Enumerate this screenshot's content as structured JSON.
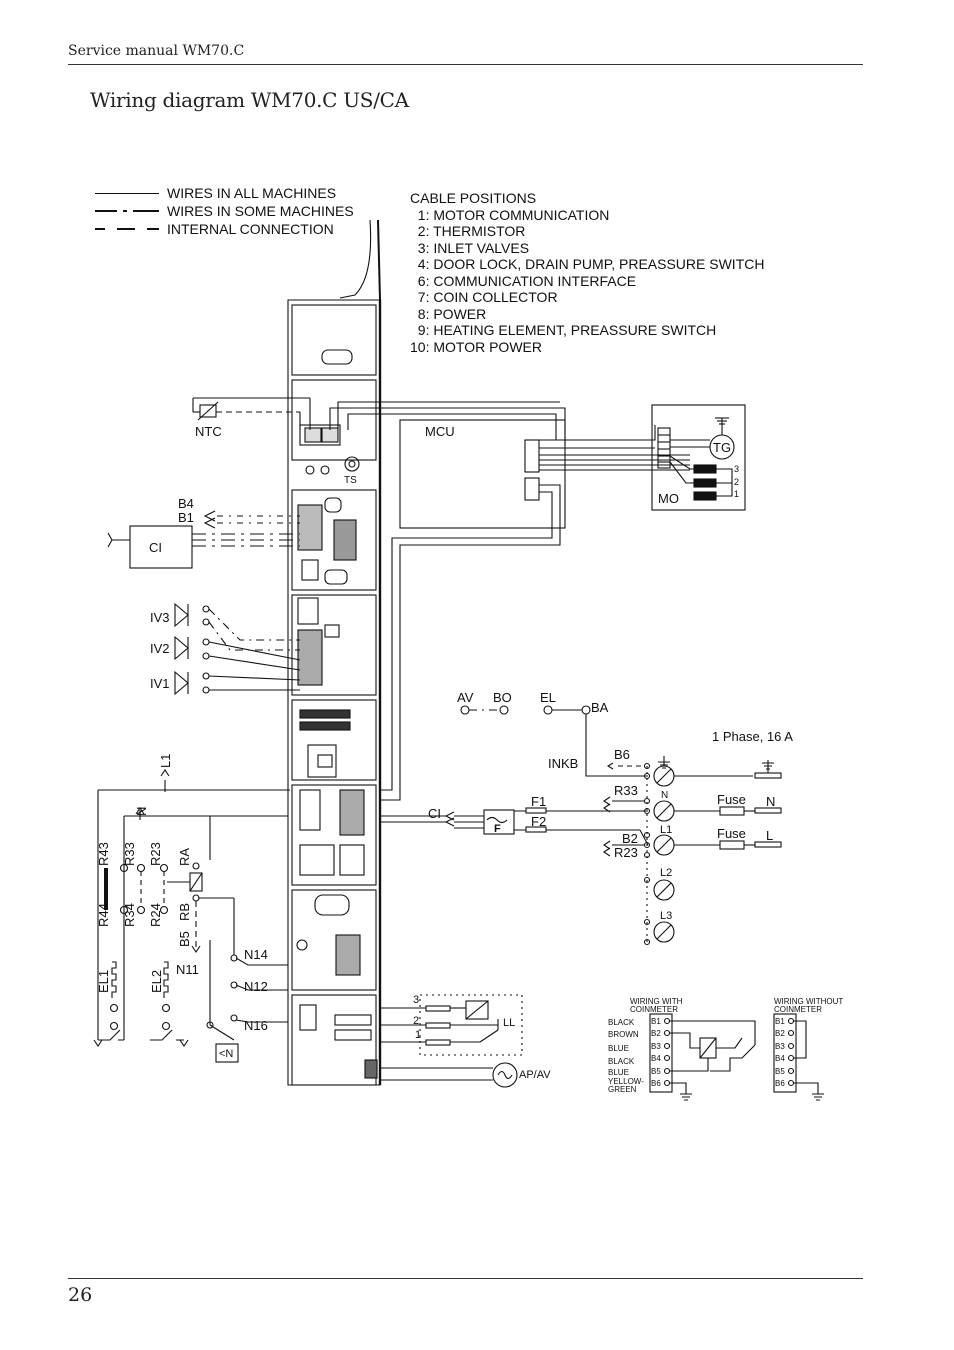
{
  "header": {
    "manual_title": "Service manual WM70.C"
  },
  "page": {
    "title": "Wiring diagram WM70.C US/CA",
    "number": "26"
  },
  "legend": [
    {
      "style": "solid",
      "label": "WIRES IN ALL MACHINES"
    },
    {
      "style": "dash-dot",
      "label": "WIRES IN SOME MACHINES"
    },
    {
      "style": "dashed",
      "label": "INTERNAL CONNECTION"
    }
  ],
  "cable_positions": {
    "heading": "CABLE POSITIONS",
    "items": [
      "  1: MOTOR COMMUNICATION",
      "  2: THERMISTOR",
      "  3: INLET VALVES",
      "  4: DOOR LOCK, DRAIN PUMP, PREASSURE SWITCH",
      "  6: COMMUNICATION INTERFACE",
      "  7: COIN COLLECTOR",
      "  8: POWER",
      "  9: HEATING ELEMENT, PREASSURE SWITCH",
      "10: MOTOR POWER"
    ]
  },
  "labels": {
    "ntc": "NTC",
    "ts": "TS",
    "mcu": "MCU",
    "tg": "TG",
    "mo": "MO",
    "mo_1": "1",
    "mo_2": "2",
    "mo_3": "3",
    "b4": "B4",
    "b1": "B1",
    "ci": "CI",
    "ci2": "CI",
    "iv3": "IV3",
    "iv2": "IV2",
    "iv1": "IV1",
    "av": "AV",
    "bo": "BO",
    "el": "EL",
    "ba": "BA",
    "inkb": "INKB",
    "phase": "1 Phase, 16 A",
    "b6": "B6",
    "r33b": "R33",
    "b2": "B2",
    "r23b": "R23",
    "n_term": "N",
    "l1_term": "L1",
    "l2_term": "L2",
    "l3_term": "L3",
    "f1": "F1",
    "f2": "F2",
    "f": "F",
    "fuse1": "Fuse",
    "fuse2": "Fuse",
    "n_line": "N",
    "l_line": "L",
    "l1": "L1",
    "n": "N",
    "r43": "R43",
    "r33": "R33",
    "r23": "R23",
    "ra": "RA",
    "r44": "R44",
    "r34": "R34",
    "r24": "R24",
    "rb": "RB",
    "b5": "B5",
    "n11": "N11",
    "n14": "N14",
    "n12": "N12",
    "n16": "N16",
    "el1": "EL1",
    "el2": "EL2",
    "less_n": "<N",
    "p3": "3",
    "p2": "2",
    "p1": "1",
    "ll": "LL",
    "apav": "AP/AV"
  },
  "coinmeter_with": {
    "title_1": "WIRING WITH",
    "title_2": "COINMETER",
    "wires": [
      "BLACK",
      "BROWN",
      "BLUE",
      "BLACK",
      "BLUE",
      "YELLOW-",
      "GREEN"
    ],
    "pins": [
      "B1",
      "B2",
      "B3",
      "B4",
      "B5",
      "B6"
    ]
  },
  "coinmeter_without": {
    "title_1": "WIRING WITHOUT",
    "title_2": "COINMETER",
    "pins": [
      "B1",
      "B2",
      "B3",
      "B4",
      "B5",
      "B6"
    ]
  }
}
